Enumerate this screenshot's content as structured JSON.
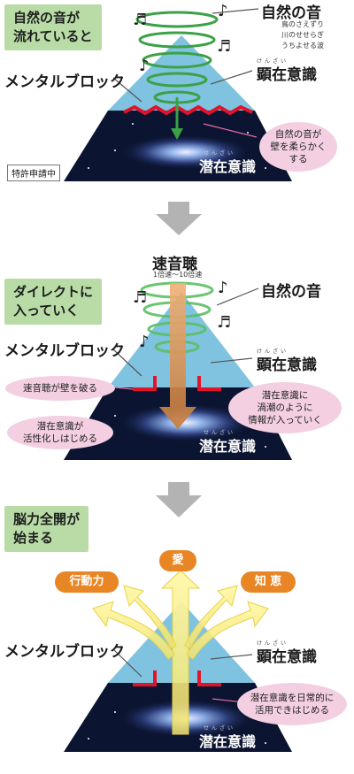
{
  "section1": {
    "headline": "自然の音が\n流れていると",
    "nature_sound": "自然の音",
    "nature_examples": "鳥のさえずり\n川のせせらぎ\nうちよせる波",
    "mental_block": "メンタルブロック",
    "conscious": "顕在意識",
    "conscious_ruby": "けんざい",
    "subconscious": "潜在意識",
    "subconscious_ruby": "せんざい",
    "bubble": "自然の音が\n壁を柔らかく\nする",
    "patent": "特許申請中"
  },
  "section2": {
    "headline": "ダイレクトに\n入っていく",
    "fast_listening": "速音聴",
    "fast_listening_sub": "1倍速〜10倍速",
    "nature_sound": "自然の音",
    "mental_block": "メンタルブロック",
    "conscious": "顕在意識",
    "conscious_ruby": "けんざい",
    "subconscious": "潜在意識",
    "subconscious_ruby": "せんざい",
    "bubble_left_top": "速音聴が壁を破る",
    "bubble_left_bottom": "潜在意識が\n活性化しはじめる",
    "bubble_right": "潜在意識に\n渦潮のように\n情報が入っていく"
  },
  "section3": {
    "headline": "脳力全開が\n始まる",
    "pill_love": "愛",
    "pill_action": "行動力",
    "pill_wisdom": "知 恵",
    "mental_block": "メンタルブロック",
    "conscious": "顕在意識",
    "conscious_ruby": "けんざい",
    "subconscious": "潜在意識",
    "subconscious_ruby": "せんざい",
    "bubble_right": "潜在意識を日常的に\n活用できはじめる"
  },
  "colors": {
    "sky": "#7fc3e0",
    "space": "#0b1430",
    "block_red": "#e0132a",
    "green_box": "#b9dca7",
    "spiral_green": "#3ba146",
    "pink_bubble": "#f3cfe1",
    "orange": "#e88626",
    "yellow_arrow": "#fbf08a",
    "gray_arrow": "#b3b3b3"
  },
  "icons": [
    "music-note-icon",
    "down-arrow-icon"
  ]
}
